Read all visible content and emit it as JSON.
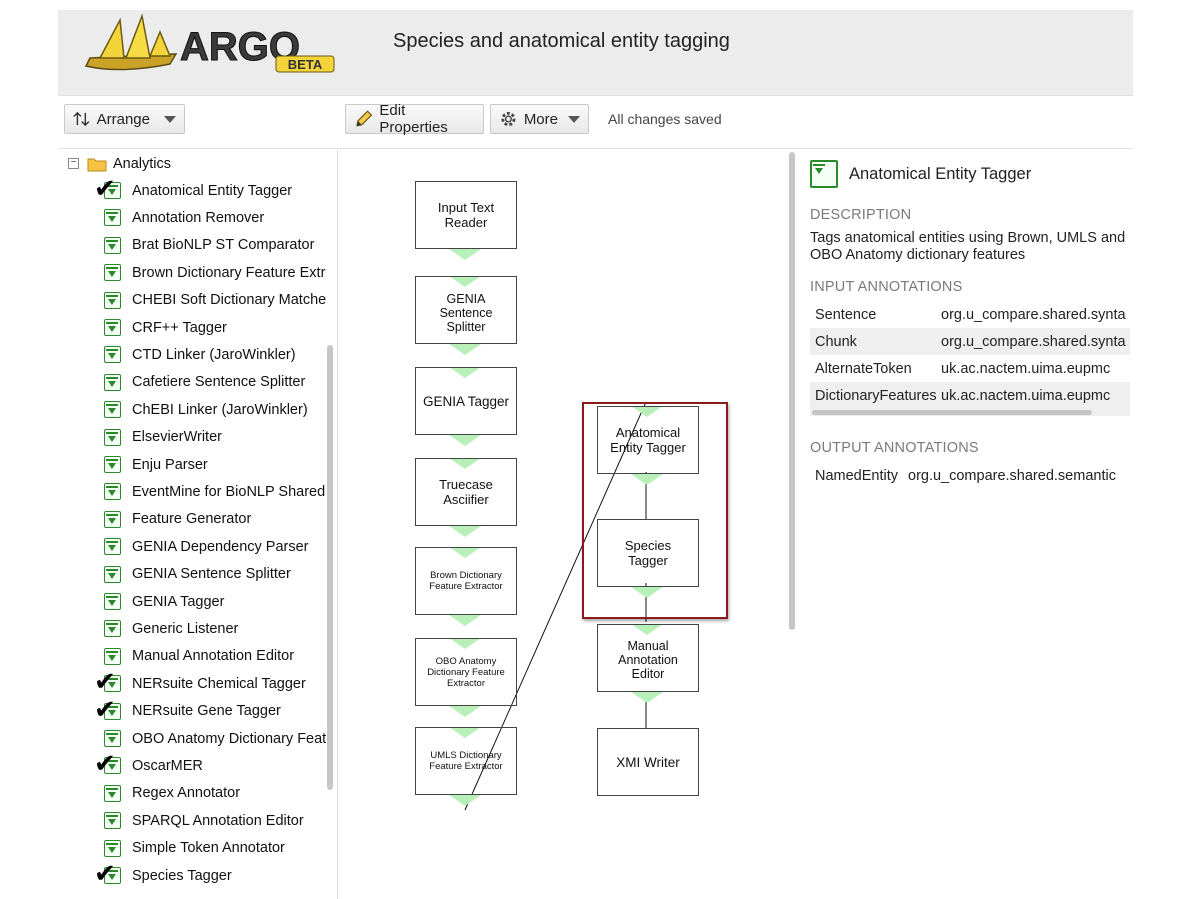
{
  "header": {
    "logo_text": "ARGO",
    "logo_badge": "BETA",
    "title": "Species and anatomical entity tagging"
  },
  "toolbar": {
    "arrange_label": "Arrange",
    "edit_properties_label": "Edit Properties",
    "more_label": "More",
    "save_status": "All changes saved"
  },
  "sidebar": {
    "folder_label": "Analytics",
    "items": [
      {
        "label": "Anatomical Entity Tagger",
        "checked": true
      },
      {
        "label": "Annotation Remover",
        "checked": false
      },
      {
        "label": "Brat BioNLP ST Comparator",
        "checked": false
      },
      {
        "label": "Brown Dictionary Feature Extr",
        "checked": false
      },
      {
        "label": "CHEBI Soft Dictionary Matche",
        "checked": false
      },
      {
        "label": "CRF++ Tagger",
        "checked": false
      },
      {
        "label": "CTD Linker (JaroWinkler)",
        "checked": false
      },
      {
        "label": "Cafetiere Sentence Splitter",
        "checked": false
      },
      {
        "label": "ChEBI Linker (JaroWinkler)",
        "checked": false
      },
      {
        "label": "ElsevierWriter",
        "checked": false
      },
      {
        "label": "Enju Parser",
        "checked": false
      },
      {
        "label": "EventMine for BioNLP Shared",
        "checked": false
      },
      {
        "label": "Feature Generator",
        "checked": false
      },
      {
        "label": "GENIA Dependency Parser",
        "checked": false
      },
      {
        "label": "GENIA Sentence Splitter",
        "checked": false
      },
      {
        "label": "GENIA Tagger",
        "checked": false
      },
      {
        "label": "Generic Listener",
        "checked": false
      },
      {
        "label": "Manual Annotation Editor",
        "checked": false
      },
      {
        "label": "NERsuite Chemical Tagger",
        "checked": true
      },
      {
        "label": "NERsuite Gene Tagger",
        "checked": true
      },
      {
        "label": "OBO Anatomy Dictionary Feat",
        "checked": false
      },
      {
        "label": "OscarMER",
        "checked": true
      },
      {
        "label": "Regex Annotator",
        "checked": false
      },
      {
        "label": "SPARQL Annotation Editor",
        "checked": false
      },
      {
        "label": "Simple Token Annotator",
        "checked": false
      },
      {
        "label": "Species Tagger",
        "checked": true
      }
    ]
  },
  "canvas": {
    "nodes": {
      "input_text_reader": "Input Text\nReader",
      "genia_sentence_splitter": "GENIA\nSentence\nSplitter",
      "genia_tagger": "GENIA Tagger",
      "truecase_asciifier": "Truecase\nAsciifier",
      "brown_dictionary": "Brown Dictionary\nFeature Extractor",
      "obo_anatomy": "OBO Anatomy\nDictionary Feature\nExtractor",
      "umls_dictionary": "UMLS Dictionary\nFeature Extractor",
      "anatomical_entity_tagger": "Anatomical\nEntity Tagger",
      "species_tagger": "Species\nTagger",
      "manual_annotation_editor": "Manual\nAnnotation\nEditor",
      "xmi_writer": "XMI Writer"
    }
  },
  "properties": {
    "component_title": "Anatomical Entity Tagger",
    "description_heading": "DESCRIPTION",
    "description": "Tags anatomical entities using Brown, UMLS and OBO Anatomy dictionary features",
    "input_heading": "INPUT ANNOTATIONS",
    "inputs": [
      {
        "key": "Sentence",
        "value": "org.u_compare.shared.synta"
      },
      {
        "key": "Chunk",
        "value": "org.u_compare.shared.synta"
      },
      {
        "key": "AlternateToken",
        "value": "uk.ac.nactem.uima.eupmc"
      },
      {
        "key": "DictionaryFeatures",
        "value": "uk.ac.nactem.uima.eupmc"
      }
    ],
    "output_heading": "OUTPUT ANNOTATIONS",
    "outputs": [
      {
        "key": "NamedEntity",
        "value": "org.u_compare.shared.semantic"
      }
    ]
  },
  "colors": {
    "accent_highlight": "#8b1a1a",
    "port_fill": "#b9f0b9",
    "component_icon": "#2a8a2a"
  }
}
